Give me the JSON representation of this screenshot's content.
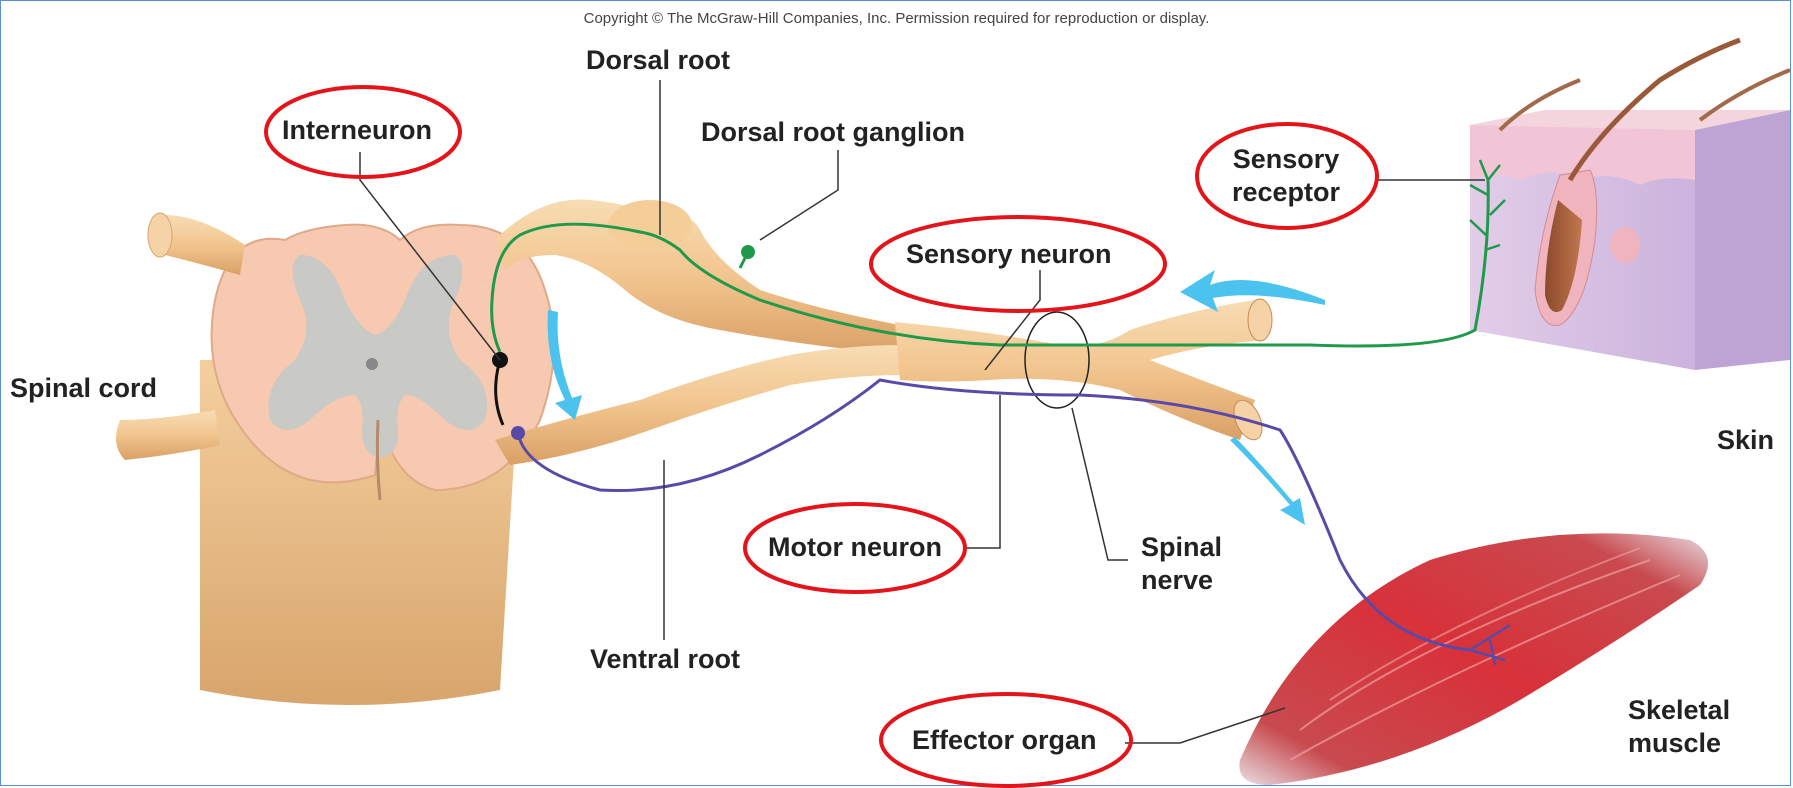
{
  "copyright": "Copyright © The McGraw-Hill Companies, Inc. Permission required for reproduction or display.",
  "labels": {
    "dorsal_root": "Dorsal root",
    "interneuron": "Interneuron",
    "dorsal_root_ganglion": "Dorsal root ganglion",
    "sensory_receptor_line1": "Sensory",
    "sensory_receptor_line2": "receptor",
    "sensory_neuron": "Sensory neuron",
    "spinal_cord": "Spinal cord",
    "skin": "Skin",
    "motor_neuron": "Motor neuron",
    "spinal_nerve_line1": "Spinal",
    "spinal_nerve_line2": "nerve",
    "ventral_root": "Ventral root",
    "skeletal_muscle_line1": "Skeletal",
    "skeletal_muscle_line2": "muscle",
    "effector_organ": "Effector organ"
  },
  "colors": {
    "highlight_ring": "#e4141b",
    "sensory_pathway": "#1f9a4a",
    "motor_pathway": "#5a4aa8",
    "interneuron": "#111111",
    "flow_arrow": "#4cc3ef",
    "nerve_tissue": "#f2c58e",
    "gray_matter": "#c9c9c6",
    "white_matter": "#f6c9b0",
    "skin_surface": "#f1c5d6",
    "skin_body": "#d8c3e4",
    "muscle": "#d8313a"
  }
}
